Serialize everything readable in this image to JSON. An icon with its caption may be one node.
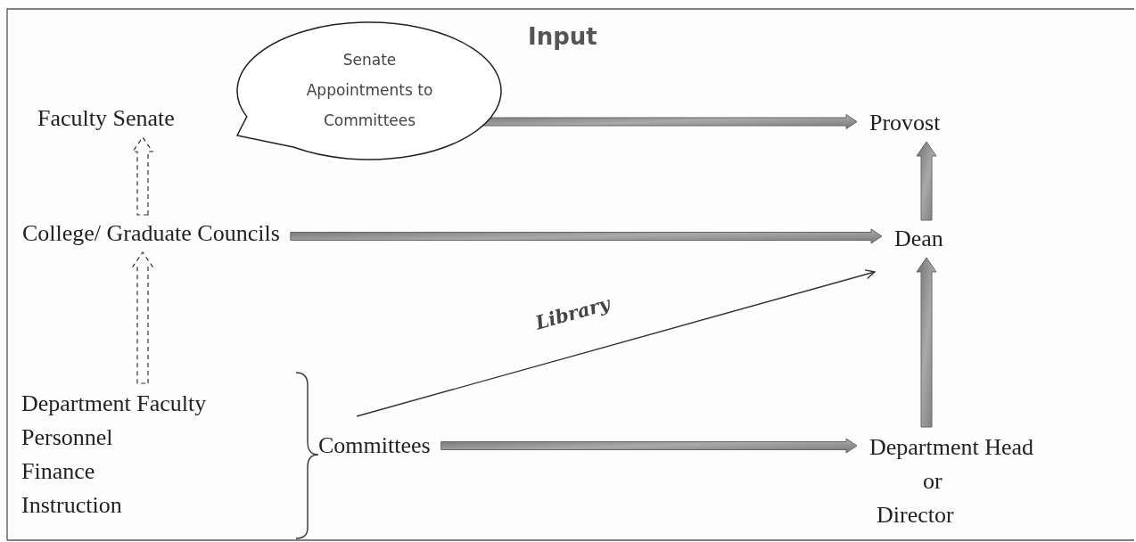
{
  "diagram": {
    "title": "Input",
    "nodes": [
      {
        "text": [
          "Faculty Senate"
        ]
      },
      {
        "text": [
          "Senate Appointments to Committees"
        ]
      },
      {
        "text": [
          "College/ Graduate Councils"
        ]
      },
      {
        "text": [
          "Department Faculty",
          "Personnel",
          "Finance",
          "Instruction"
        ]
      },
      {
        "text": [
          "Committees"
        ]
      },
      {
        "text": [
          "Provost"
        ]
      },
      {
        "text": [
          "Dean"
        ]
      },
      {
        "text": [
          "Department Head",
          "or",
          "Director"
        ]
      }
    ],
    "edges": [
      {
        "from": 2,
        "to": 0,
        "arrow": "to",
        "style": "dashed"
      },
      {
        "from": 3,
        "to": 2,
        "arrow": "to",
        "style": "dashed"
      },
      {
        "from": 1,
        "to": 5,
        "arrow": "to",
        "style": "thick"
      },
      {
        "from": 2,
        "to": 6,
        "arrow": "to",
        "style": "thick"
      },
      {
        "from": 4,
        "to": 7,
        "arrow": "to",
        "style": "thick"
      },
      {
        "from": 4,
        "to": 6,
        "arrow": "to",
        "label": "Library"
      },
      {
        "from": 6,
        "to": 5,
        "arrow": "to",
        "style": "thick"
      },
      {
        "from": 7,
        "to": 6,
        "arrow": "to",
        "style": "thick"
      }
    ]
  }
}
